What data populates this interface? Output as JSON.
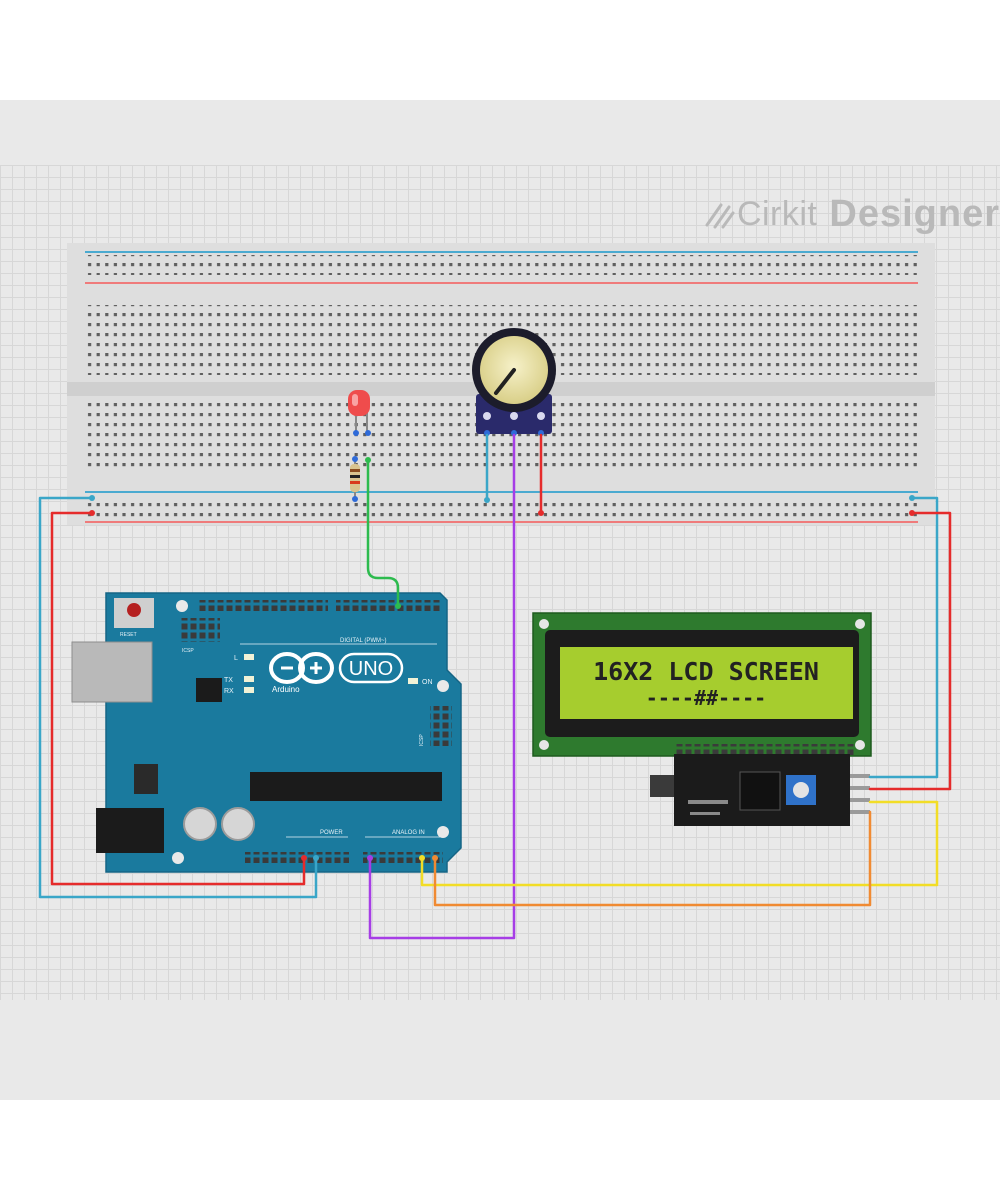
{
  "brand": {
    "name_light": "Cirkit",
    "name_bold": "Designer",
    "logo_icon": "cirkit-logo-icon"
  },
  "lcd": {
    "line1": "16X2 LCD SCREEN",
    "line2": "----##----"
  },
  "arduino": {
    "logo": "UNO",
    "brand_text": "Arduino",
    "reset_label": "RESET",
    "icsp_label": "ICSP",
    "icsp2_label": "ICSP",
    "digital_label": "DIGITAL (PWM~)",
    "power_label": "POWER",
    "analog_label": "ANALOG IN",
    "led_l": "L",
    "led_tx": "TX",
    "led_rx": "RX",
    "led_on": "ON"
  },
  "wire_colors": {
    "gnd": "#3aa6c8",
    "vcc": "#e52b2b",
    "led": "#2dbb4e",
    "pot": "#a63de6",
    "sda": "#f2dd26",
    "scl": "#f08a32"
  }
}
